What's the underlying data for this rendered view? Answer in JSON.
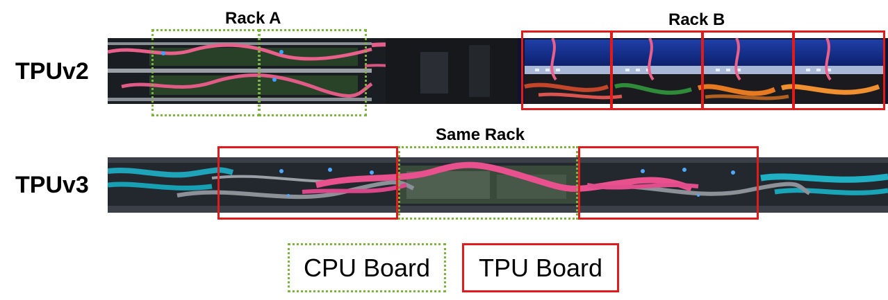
{
  "rows": {
    "tpuv2_label": "TPUv2",
    "tpuv3_label": "TPUv3"
  },
  "racks": {
    "rack_a": "Rack A",
    "rack_b": "Rack B",
    "same_rack": "Same Rack"
  },
  "legend": {
    "cpu_board": "CPU Board",
    "tpu_board": "TPU Board"
  },
  "colors": {
    "cpu_border": "#7cb342",
    "tpu_border": "#e01b1b"
  }
}
